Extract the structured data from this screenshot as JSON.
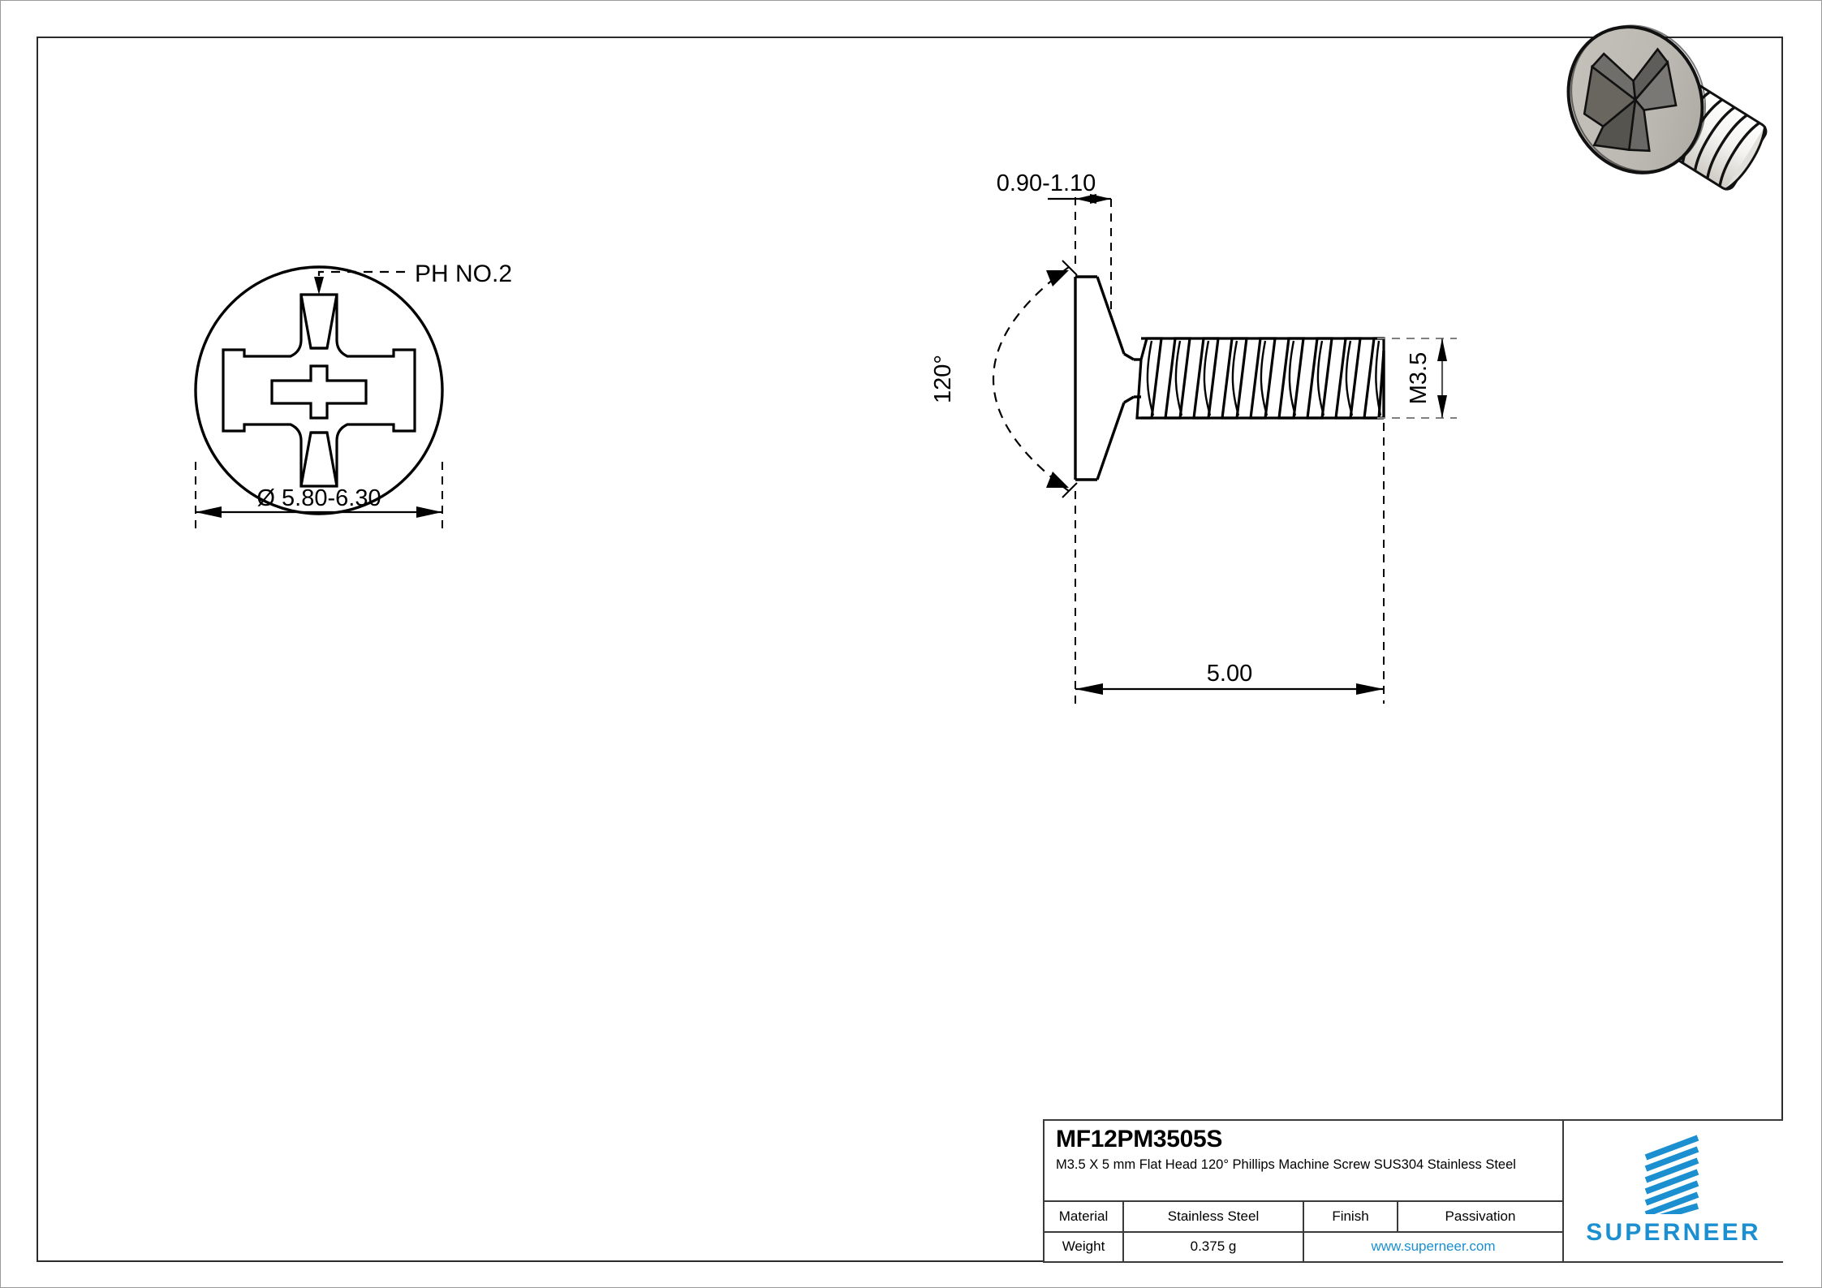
{
  "sheet": {
    "background": "#ffffff",
    "frame_color": "#2b2b2b"
  },
  "front_view": {
    "leader_label": "PH NO.2",
    "diameter_dimension": "Ø 5.80-6.30",
    "recess_type": "phillips-cross"
  },
  "side_view": {
    "head_height_dimension": "0.90-1.10",
    "head_angle_dimension": "120°",
    "thread_size_dimension": "M3.5",
    "length_dimension": "5.00"
  },
  "title_block": {
    "part_number": "MF12PM3505S",
    "description": "M3.5 X 5 mm  Flat Head 120° Phillips Machine Screw SUS304 Stainless Steel",
    "rows": [
      {
        "label": "Material",
        "value": "Stainless Steel",
        "label2": "Finish",
        "value2": "Passivation"
      },
      {
        "label": "Weight",
        "value": "0.375 g",
        "website": "www.superneer.com"
      }
    ],
    "brand": "SUPERNEER",
    "brand_color": "#1b8fd0",
    "link_color": "#1b8fd0"
  },
  "render": {
    "alt": "3d-flat-head-phillips-screw",
    "head_color": "#bcb9b2",
    "recess_color": "#6e6c68",
    "shank_color": "#e8e7e3"
  }
}
